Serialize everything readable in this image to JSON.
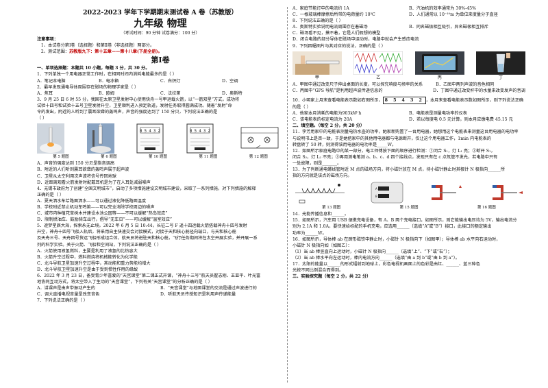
{
  "header": {
    "title": "2022-2023 学年下学期期末测试卷 A 卷（苏教版）",
    "subject": "九年级  物理",
    "info": "（考试时间：90 分钟   试卷满分：100 分）"
  },
  "notes": {
    "heading": "注意事项：",
    "n1": "1、本试卷分第Ⅰ卷（选择题）和第Ⅱ卷（非选择题）两部分。",
    "n2a": "2、测试范围：",
    "n2b": "苏教版九下：第十五章——第十八章(下册全册)。"
  },
  "volume1": "第Ⅰ卷",
  "section1": "一、单项选择题：本题共 10 小题，每题 3 分，共 30 分。",
  "left_lines": {
    "q1": "1．下列单独一个用电器正常工作时，在相同时间内消耗电能最多的是（     ）",
    "q1_opts": [
      "A．笔记本电脑",
      "B．电冰箱",
      "C．白炽灯",
      "D．空调"
    ],
    "q2": "2．最早发现通电导体周围存在磁场的物理学家是（     ）",
    "q2_opts": [
      "A．焦耳",
      "B．欧姆",
      "C．法拉第",
      "D．奥斯特"
    ],
    "q3a": "3．9 月 25 日 6 时 55 分，我国在太原卫星发射中心使用快舟一号甲运载火箭，以“一箭双星”方式，成功将",
    "q3b": "试验十四号和试验十五号卫星发射升空，卫星顺利进入预定轨道，发射任务取得圆满成功。随着“发射”命",
    "q3c": "令的发出，附近的人听到了震耳欲聋的轰鸣声，声音的强度达到了 150 分贝，下列说法正确的是",
    "q3d": "（     ）"
  },
  "figure_captions": [
    "第 5 题图",
    "第 6 题图",
    "第 10 题图",
    "第 11 题图",
    "第 12 题图"
  ],
  "meter_text": {
    "m1": "8 5 4 3 2",
    "m2": "8 5 4 3 2"
  },
  "left_lines2": {
    "q3A": "A．声音的强度达到 150 分贝是指音调高",
    "q3B": "B．附近的人们听到震耳欲聋的轰鸣声属于超声波",
    "q3C": "C．卫星从太空利用次声波将信号传回地球",
    "q3D": "D．近距离观看火箭发射时配戴耳机是为了在人耳处减弱噪声",
    "q4a": "4．无锡市政府为了创建“全国文明城市”，启动了多项措施建设文明城市建设，采取了一系列措施，对下列措施的解释",
    "q4b": "正确的是（     ）",
    "q4A": "A．夏天洒水车给路面洒水——可以通过液化降低路面温度",
    "q4B": "B．学校附近禁止机动车鸣笛——可以完全消除学校周边的噪声",
    "q4C": "C．城市内种植花草树木并建设水池公园等——不可以缓解“热岛效应”",
    "q4D": "D．限制燃油车、鼓励骑车出行，倡导“无车日”——可以缓解“温室效应”",
    "q5a": "5．逐梦星辰大海，探索永无止境。2022 年 6 月 5 日 10:44，长征二号 F 遥十四运载火箭搭载神舟十四号发射",
    "q5b": "升空，神舟十四号飞船入轨后，将采用自主快速交会对接模式，对接于天和核心舱径向端口，与天和核心舱",
    "q5c": "及天舟三号、天舟四号货运飞船形成组合体，航天员将进驻天和核心舱，飞行任务期间将在太空开展实验，并开展一系",
    "q5d": "列的科学实验。关于火箭、飞船和空间站，下列说法正确的是（     ）",
    "q5A": "A．火箭使用液氢燃料，主要是利用了液氢的比热容大",
    "q5B": "B．火箭升空过程中，燃料燃烧将机械能转化为化学能",
    "q5C": "C．北斗导航卫星加速升空过程中，其动能和重力势能均增大",
    "q5D": "D．北斗导航卫星加速升空是由于受到惯性作用的缘故",
    "q6a": "6．2022 年 3 月 23 日，备受青少年喜爱的“天宫课堂”第二课正式开课，“神舟十三号”航天员翟志刚、王亚平、叶光富",
    "q6b": "地协同互动方式，将太空带入了生动的“天宫课堂”，下列有关“天宫课堂”的分析正确的是（     ）",
    "q6A": "A．讲课声是由声带振动产生的",
    "q6B": "B．“天宫课堂”与地面课堂的交流是通过声波进行的",
    "q6C": "C．调大直播电视音量是改变音色",
    "q6D": "D．听航天员传授知识是利用声传递能量",
    "q7": "7．下列说法正确的是（     ）"
  },
  "right_lines": {
    "r7A": "A．家庭节能灯中的电流约 1A",
    "r7B": "B．汽油机的效率通常为 30%-45%",
    "r7C": "C．一根玻璃棒摩擦后所带的电荷量约 10³C",
    "r7D": "D．人们通常以 10⁻¹⁰m 为单位来度量分子直径",
    "r8": "8．下列说法正确的是（     ）",
    "r8A": "A．奥斯特实验说明电流周围存在着磁场",
    "r8B": "B．同名磁极相互吸引，异名磁极相互排斥",
    "r8C": "C．磁场看不见，摸不着，它是人们假想的模型",
    "r8D": "D．闭合电路的部分导体在磁场中运动时，电路中就会产生感应电流",
    "r9": "9．下列四幅图片与其对应的说法，正确的是（     ）",
    "img_caps": [
      "甲",
      "乙",
      "丙",
      "丁"
    ],
    "r9A": "A．甲图中通过改变尺子伸出桌面的长度，可以探究响度与频率的关系",
    "r9B": "B．乙图中两列声波的音色相同",
    "r9C": "C．丙图中“GPS 导航”是利用超声波传递信息的",
    "r9D": "D．丁图中通过改变杯中的水量来改变发声的音调",
    "r10a": "10．小明家上月末查看电能表示数如右图所示，",
    "r10box": "8 5 4 3 2",
    "r10b": "，本月末查看电能表示数如图所示，则下列说法正确",
    "r10c": "的是（     ）",
    "r10A": "A．他家本月消耗的电能为903kW·h",
    "r10B": "B．电能表是测量电功率的仪表",
    "r10C": "C．该电能表的标定电流为 20A",
    "r10D": "D．若以每度电 0.5 元计算，则本月应缴电费 45.15 元",
    "sec2": "二、填空题。（每空 2 分，共 20 分）",
    "r11a": "11．李芳用家中的电能表测量电热水壶的功率，她家新购置了一台用电器，她想用这个电能表来测量这台用电器的电功率",
    "r11b": "与说明书上是否一致，于是她把家中的其他用电器都与电源断开，仅让这个用电器工作，1min 内电能表的",
    "r11c": "转盘转了 50 转，则测得该用电器的电功率是_____W。",
    "r12a": "12．如图所示家庭电路中的某一部分，电工师傅按下面的顺序进行检测：①闭合 S₁，灯 L₁ 亮；②断开 S₁，",
    "r12b": "闭合 S₂，灯 L₂ 不亮；③再用测电笔测 a、b、c、d 四个接线点，发现只有在 c 点氖管不发光，若电路中只有",
    "r12c": "一处故障，则是_______。",
    "r13a": "13．为了判断通电螺线管附近 M 点的磁场方向，将小磁针放在 M 点，待小磁针静止时其极针 N 极指向______所",
    "r13b": "指的方向就是该点的磁场方向。",
    "fig_caps": [
      "第 13 题图",
      "第 15 题图",
      "第 16 题图"
    ],
    "r14": "14．光能传播信息和______。",
    "r15a": "15．如图所示，汽车用 USB 便携充电设备，有 A、B 两个充电接口，如图所示，则它能输出电压均为 5V，输出电流分",
    "r15b": "别为 2.1A 和 1.0A，要快速给标配的手机充电，应选用______（选填“A”或“B”）接口，此接口的额定输出",
    "r15c": "功率为______W。",
    "r16a": "16．如图所示，导体棒 ab 在蹄形磁铁中静止时，小磁针 N 极指向下（如图甲）；导体棒 ab 水平向右运动时，",
    "r16b": "小磁针 N 极指向如（如图乙）：",
    "r16_1": "（1）当 ab 棒竖直向上运动时，小磁针 N 极指向______（选填“上”、“下”或“右”）；",
    "r16_2": "（2）当 ab 棒水平向左运动时，棒内电流方向______（选填“由 a 到 b”或“由 b 到 a”）。",
    "r17a": "17．太阳的能量以______的形式辐射到地球上，彩色电视机画面上的色彩是由红、______、蓝三种色",
    "r17b": "光按不同比例混合而得到。",
    "sec3": "三、实验探究题（每空 2 分，共 22 分）"
  }
}
